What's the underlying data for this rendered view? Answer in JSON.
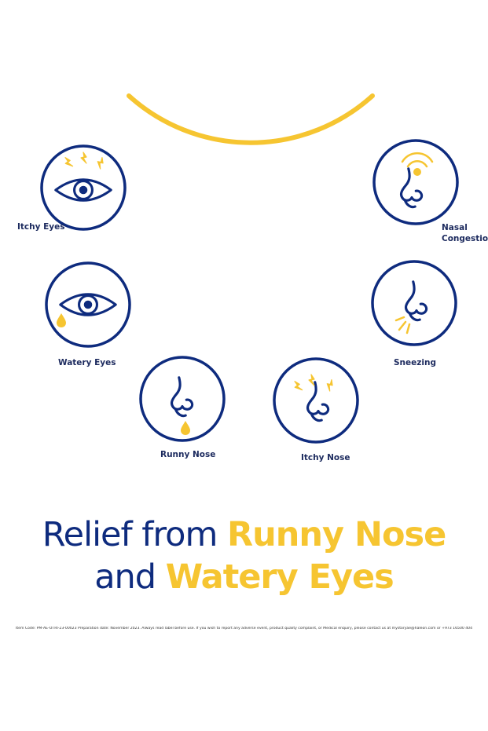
{
  "colors": {
    "navy": "#0e2b7e",
    "yellow": "#f6c531",
    "label": "#1c2a5e"
  },
  "symptoms": {
    "itchy_eyes": {
      "label": "Itchy Eyes",
      "icon": "itchy-eye-icon"
    },
    "watery_eyes": {
      "label": "Watery Eyes",
      "icon": "watery-eye-icon"
    },
    "runny_nose": {
      "label": "Runny Nose",
      "icon": "runny-nose-icon"
    },
    "itchy_nose": {
      "label": "Itchy Nose",
      "icon": "itchy-nose-icon"
    },
    "sneezing": {
      "label": "Sneezing",
      "icon": "sneezing-nose-icon"
    },
    "nasal_congestion": {
      "label_line1": "Nasal",
      "label_line2": "Congestion",
      "icon": "congested-nose-icon"
    }
  },
  "headline": {
    "line1_plain": "Relief from ",
    "line1_highlight": "Runny Nose",
    "line2_plain": "and ",
    "line2_highlight": "Watery Eyes"
  },
  "disclaimer": "Item Code: PM-AE-OTRI-23-00023 Preparation date: November 2023. Always read label before use. If you wish to report any adverse event, product quality complaint, or Medical enquiry, please contact us at mystoryae@haleon.com or +973 16500 404"
}
